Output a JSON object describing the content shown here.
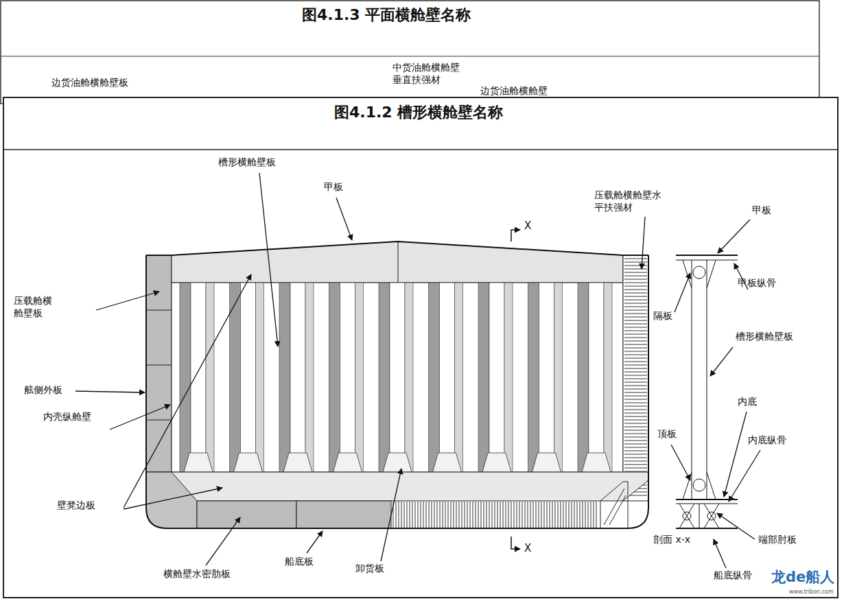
{
  "diagram": {
    "title": "图4.1.2 槽形横舱壁名称",
    "labels": [
      "图4.1.3 平面横舱壁名称",
      "边货油舱横舱壁板",
      "中货油舱横舱壁 垂直扶强材",
      "边货油舱横舱壁",
      "槽形横舱壁板",
      "甲板",
      "压载舱横舱壁水平扶强材",
      "甲板",
      "压载舱横舱壁板",
      "隔板",
      "甲板纵骨",
      "槽形横舱壁板",
      "舷侧外板",
      "内壳纵舱壁",
      "内底",
      "顶板",
      "内底纵骨",
      "壁凳边板",
      "端部肘板",
      "剖面 x-x",
      "横舱壁水密肋板",
      "船底板",
      "卸货板",
      "船底纵骨",
      "X",
      "X",
      "龙de船人",
      "www.tribon.com"
    ]
  }
}
